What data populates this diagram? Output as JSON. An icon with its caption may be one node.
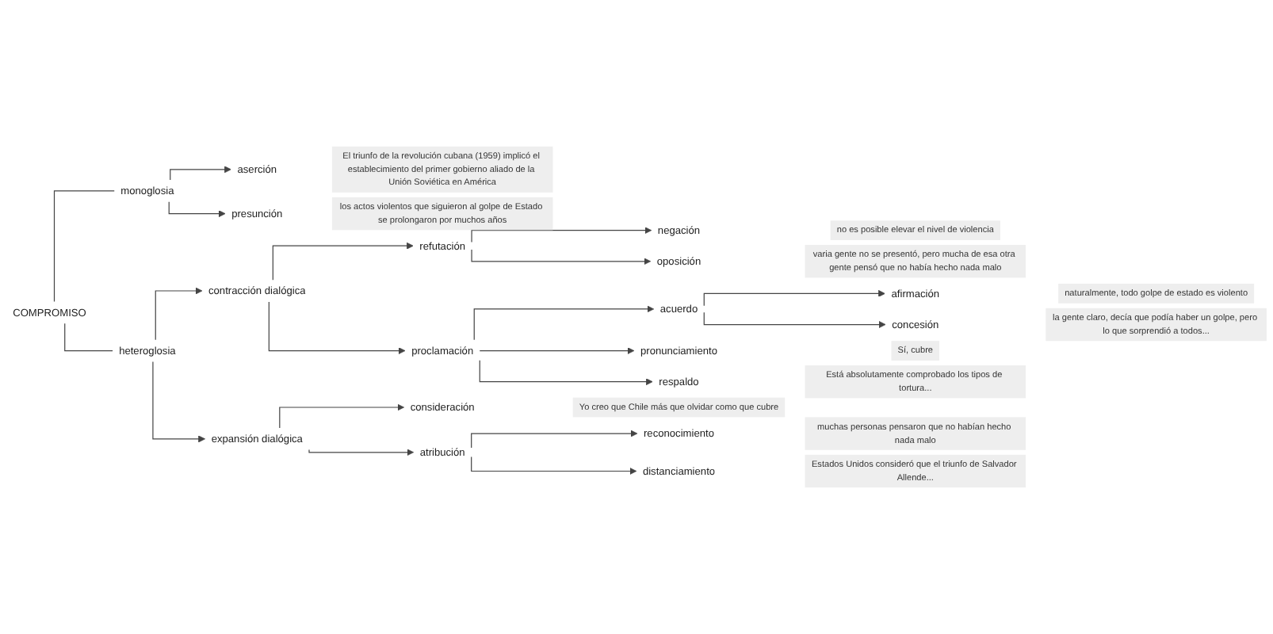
{
  "diagram": {
    "nodes": [
      {
        "text": [
          "COMPROMISO"
        ]
      },
      {
        "text": [
          "monoglosia"
        ]
      },
      {
        "text": [
          "aserción"
        ]
      },
      {
        "text": [
          "El triunfo de la revolución cubana (1959) implicó el establecimiento del primer gobierno aliado de la Unión Soviética en América"
        ]
      },
      {
        "text": [
          "presunción"
        ]
      },
      {
        "text": [
          "los actos violentos que siguieron al golpe de Estado se prolongaron por muchos años"
        ]
      },
      {
        "text": [
          "heteroglosia"
        ]
      },
      {
        "text": [
          "contracción dialógica"
        ]
      },
      {
        "text": [
          "refutación"
        ]
      },
      {
        "text": [
          "negación"
        ]
      },
      {
        "text": [
          "no es posible elevar el nivel de violencia"
        ]
      },
      {
        "text": [
          "oposición"
        ]
      },
      {
        "text": [
          "varia gente no se presentó, pero mucha de esa otra gente pensó que no había hecho nada malo"
        ]
      },
      {
        "text": [
          "proclamación"
        ]
      },
      {
        "text": [
          "acuerdo"
        ]
      },
      {
        "text": [
          "afirmación"
        ]
      },
      {
        "text": [
          "naturalmente, todo golpe de estado es violento"
        ]
      },
      {
        "text": [
          "concesión"
        ]
      },
      {
        "text": [
          "la gente claro, decía que podía haber un golpe, pero lo que sorprendió a todos..."
        ]
      },
      {
        "text": [
          "pronunciamiento"
        ]
      },
      {
        "text": [
          "Sí, cubre"
        ]
      },
      {
        "text": [
          "respaldo"
        ]
      },
      {
        "text": [
          "Está absolutamente comprobado los tipos de tortura..."
        ]
      },
      {
        "text": [
          "consideración"
        ]
      },
      {
        "text": [
          "Yo creo que Chile más que olvidar como que cubre"
        ]
      },
      {
        "text": [
          "expansión dialógica"
        ]
      },
      {
        "text": [
          "atribución"
        ]
      },
      {
        "text": [
          "reconocimiento"
        ]
      },
      {
        "text": [
          "muchas personas pensaron que no habían hecho nada malo"
        ]
      },
      {
        "text": [
          "distanciamiento"
        ]
      },
      {
        "text": [
          "Estados Unidos consideró que el triunfo de Salvador Allende..."
        ]
      }
    ],
    "edges": [
      {
        "from": 0,
        "to": 1,
        "arrow": "none"
      },
      {
        "from": 0,
        "to": 6,
        "arrow": "none"
      },
      {
        "from": 1,
        "to": 2,
        "arrow": "to"
      },
      {
        "from": 1,
        "to": 4,
        "arrow": "to"
      },
      {
        "from": 6,
        "to": 7,
        "arrow": "to"
      },
      {
        "from": 6,
        "to": 25,
        "arrow": "to"
      },
      {
        "from": 7,
        "to": 8,
        "arrow": "to"
      },
      {
        "from": 7,
        "to": 13,
        "arrow": "to"
      },
      {
        "from": 8,
        "to": 9,
        "arrow": "to"
      },
      {
        "from": 8,
        "to": 11,
        "arrow": "to"
      },
      {
        "from": 13,
        "to": 14,
        "arrow": "to"
      },
      {
        "from": 13,
        "to": 19,
        "arrow": "to"
      },
      {
        "from": 13,
        "to": 21,
        "arrow": "to"
      },
      {
        "from": 14,
        "to": 15,
        "arrow": "to"
      },
      {
        "from": 14,
        "to": 17,
        "arrow": "to"
      },
      {
        "from": 25,
        "to": 23,
        "arrow": "to"
      },
      {
        "from": 25,
        "to": 26,
        "arrow": "to"
      },
      {
        "from": 26,
        "to": 27,
        "arrow": "to"
      },
      {
        "from": 26,
        "to": 29,
        "arrow": "to"
      }
    ]
  }
}
